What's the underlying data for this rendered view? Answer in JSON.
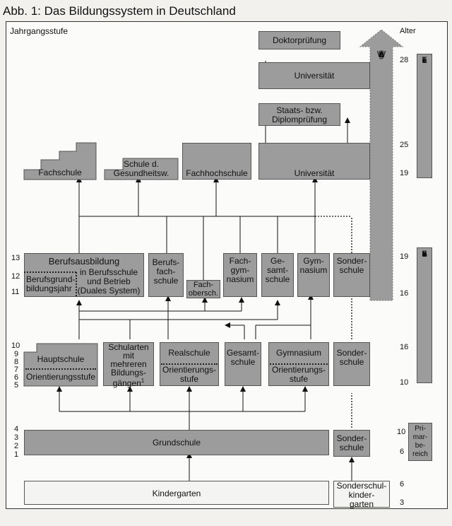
{
  "title": "Abb. 1: Das Bildungssystem in Deutschland",
  "axis": {
    "left_label": "Jahrgangsstufe",
    "right_label": "Alter",
    "grades": [
      "13",
      "12",
      "11",
      "10",
      "9",
      "8",
      "7",
      "6",
      "5",
      "4",
      "3",
      "2",
      "1"
    ],
    "ages": [
      "28",
      "25",
      "19",
      "19",
      "16",
      "16",
      "10",
      "10",
      "6",
      "6",
      "3"
    ]
  },
  "tertiary": {
    "doktor": "Doktorprüfung",
    "uni_top": "Universität",
    "staats_1": "Staats- bzw.",
    "staats_2": "Diplomprüfung",
    "fachschule": "Fachschule",
    "schule_gesundheit_1": "Schule d.",
    "schule_gesundheit_2": "Gesundheitsw.",
    "fachhochschule": "Fachhochschule",
    "uni_bottom": "Universität"
  },
  "secondary2": {
    "berufsausbildung": "Berufsausbildung",
    "in_berufsschule": "in Berufsschule",
    "und_betrieb": "und Betrieb",
    "duales": "(Duales System)",
    "berufsgrund_1": "Berufsgrund-",
    "berufsgrund_2": "bildungsjahr",
    "berufsfach_1": "Berufs-",
    "berufsfach_2": "fach-",
    "berufsfach_3": "schule",
    "fachobersch_1": "Fach-",
    "fachobersch_2": "obersch.",
    "fachgym_1": "Fach-",
    "fachgym_2": "gym-",
    "fachgym_3": "nasium",
    "gesamt_1": "Ge-",
    "gesamt_2": "samt-",
    "gesamt_3": "schule",
    "gym_1": "Gym-",
    "gym_2": "nasium",
    "sonder_1": "Sonder-",
    "sonder_2": "schule"
  },
  "secondary1": {
    "hauptschule": "Hauptschule",
    "orient_haupt": "Orientierungsstufe",
    "schularten_1": "Schularten",
    "schularten_2": "mit",
    "schularten_3": "mehreren",
    "schularten_4": "Bildungs-",
    "schularten_5": "gängen",
    "footnote": "1",
    "realschule": "Realschule",
    "orient_real_1": "Orientierungs-",
    "orient_real_2": "stufe",
    "gesamt_1": "Gesamt-",
    "gesamt_2": "schule",
    "gymnasium": "Gymnasium",
    "orient_gym_1": "Orientierungs-",
    "orient_gym_2": "stufe",
    "sonder_1": "Sonder-",
    "sonder_2": "schule"
  },
  "primary": {
    "grundschule": "Grundschule",
    "sonder_1": "Sonder-",
    "sonder_2": "schule"
  },
  "pre": {
    "kindergarten": "Kindergarten",
    "sonderkg_1": "Sonderschul-",
    "sonderkg_2": "kinder-",
    "sonderkg_3": "garten"
  },
  "weiterbildung": [
    "W",
    "e",
    "i",
    "t",
    "e",
    "r",
    "b",
    "i",
    "l",
    "d",
    "u",
    "n",
    "g"
  ],
  "levels": {
    "tertiar": [
      "T",
      "e",
      "r",
      "t",
      "i",
      "ä",
      "r",
      "b",
      "e",
      "r",
      "e",
      "i",
      "c",
      "h"
    ],
    "sekundar": [
      "S",
      "e",
      "k",
      "u",
      "n",
      "d",
      "a",
      "r",
      "b",
      "e",
      "r",
      "e",
      "i",
      "c",
      "h"
    ],
    "primar_1": "Pri-",
    "primar_2": "mar-",
    "primar_3": "be-",
    "primar_4": "reich"
  },
  "colors": {
    "box": "#9c9c9c",
    "light_box": "#f4f4f2",
    "arrow": "#9c9c9c"
  }
}
